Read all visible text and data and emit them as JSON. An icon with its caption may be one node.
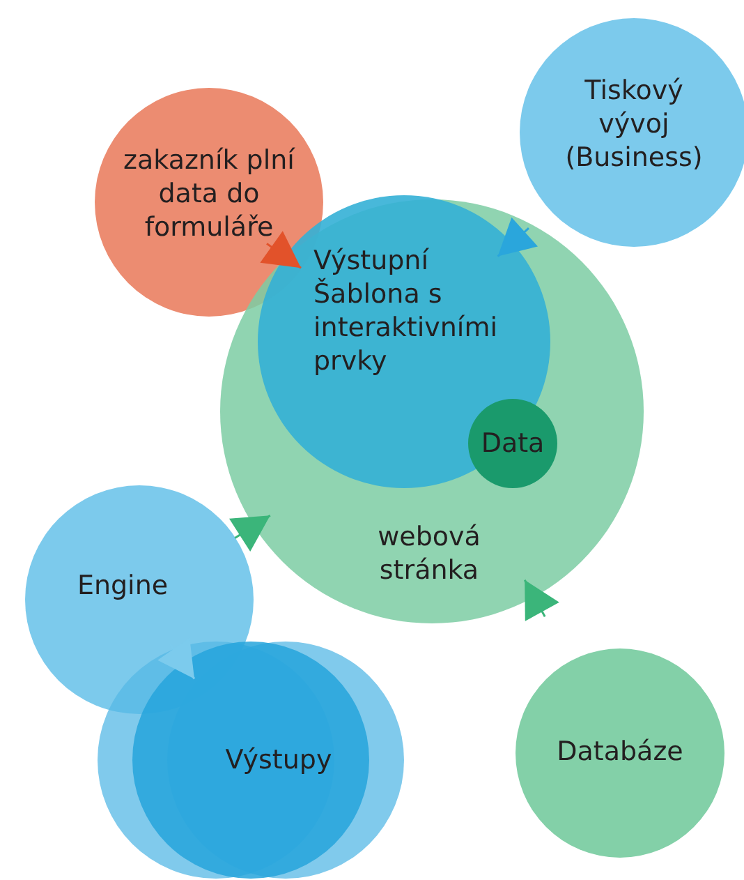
{
  "diagram": {
    "nodes": [
      {
        "text": [
          "zakazník plní data do formuláře"
        ]
      },
      {
        "text": [
          "Tiskový vývoj (Business)"
        ]
      },
      {
        "text": [
          "webová stránka"
        ]
      },
      {
        "text": [
          "Výstupní Šablona s interaktivními prvky"
        ],
        "in": 2
      },
      {
        "text": [
          "Data"
        ],
        "in": 3
      },
      {
        "text": [
          "Engine"
        ]
      },
      {
        "text": [
          "Výstupy"
        ]
      },
      {
        "text": [
          "Databáze"
        ]
      }
    ],
    "edges": [
      {
        "from": 0,
        "to": 3,
        "arrow": "to",
        "color": "#e2522a"
      },
      {
        "from": 1,
        "to": 3,
        "arrow": "to",
        "color": "#2aa6dc"
      },
      {
        "from": 5,
        "to": 2,
        "arrow": "to"
      },
      {
        "from": 5,
        "to": 6,
        "arrow": "to",
        "color": "#7ccbed"
      },
      {
        "from": 7,
        "to": 2,
        "arrow": "to"
      }
    ]
  }
}
